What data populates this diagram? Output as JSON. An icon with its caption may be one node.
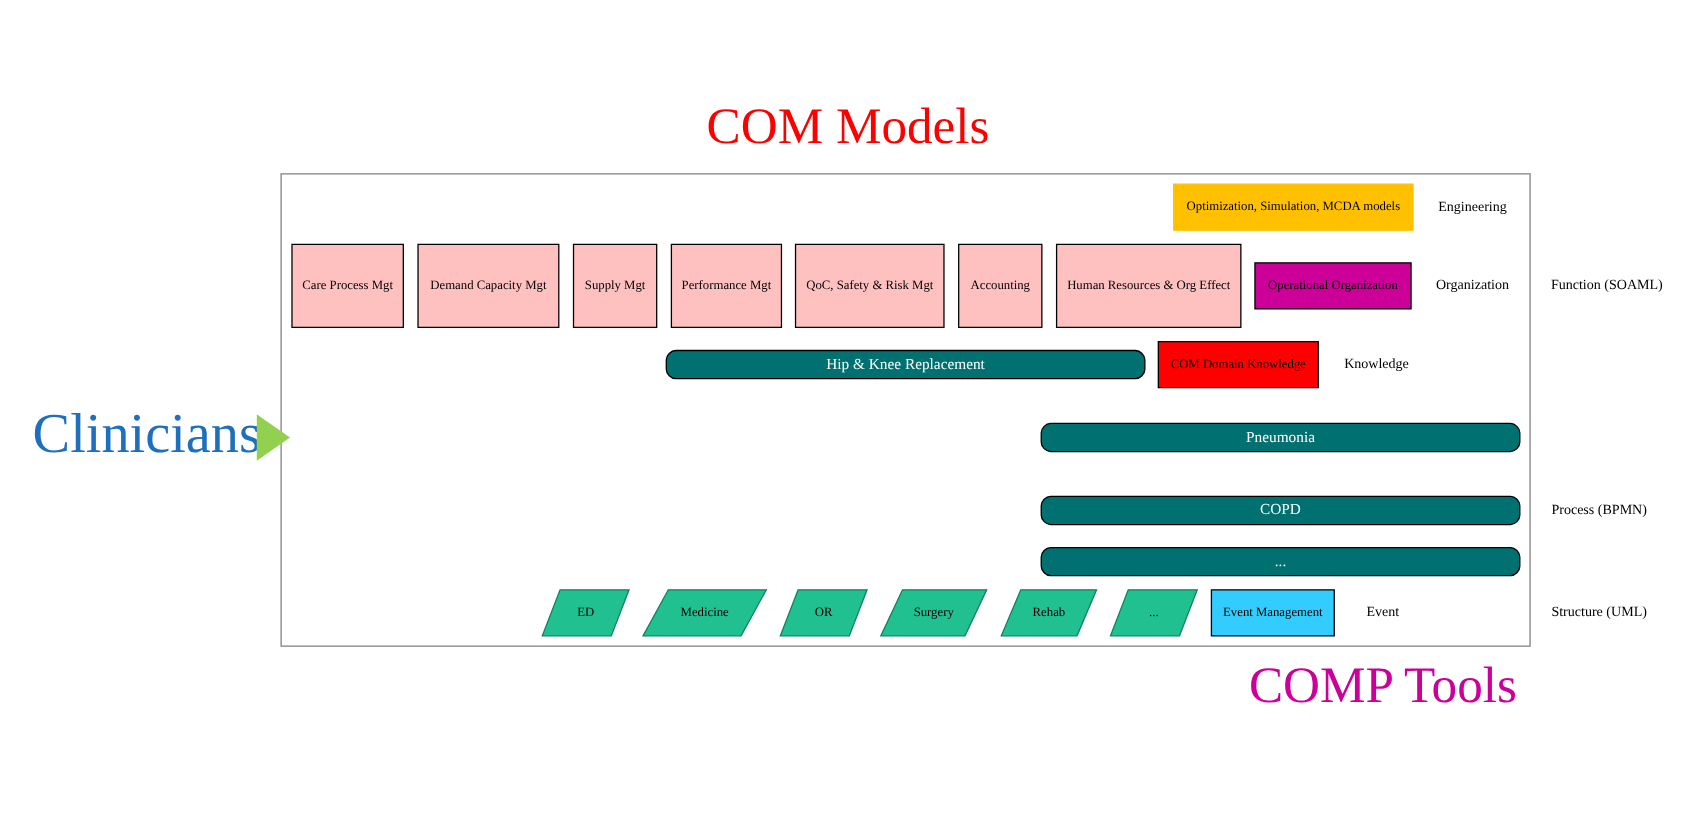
{
  "diagram": {
    "title": "COM Models",
    "caption": "COMP Tools",
    "nodes": [
      {
        "text": [
          "Clinicians"
        ]
      },
      {
        "text": [],
        "shape": "box"
      },
      {
        "text": [
          "Optimization, Simulation, MCDA models"
        ],
        "in": 1,
        "beside": [
          "Engineering"
        ]
      },
      {
        "text": [
          "Care Process Mgt"
        ],
        "in": 1
      },
      {
        "text": [
          "Demand Capacity Mgt"
        ],
        "in": 1
      },
      {
        "text": [
          "Supply Mgt"
        ],
        "in": 1
      },
      {
        "text": [
          "Performance Mgt"
        ],
        "in": 1
      },
      {
        "text": [
          "QoC, Safety & Risk Mgt"
        ],
        "in": 1
      },
      {
        "text": [
          "Accounting"
        ],
        "in": 1
      },
      {
        "text": [
          "Human Resources & Org Effect"
        ],
        "in": 1
      },
      {
        "text": [
          "Operational Organization"
        ],
        "in": 1,
        "beside": [
          "Organization"
        ]
      },
      {
        "text": [
          "Hip & Knee Replacement"
        ],
        "in": 1
      },
      {
        "text": [
          "Pneumonia"
        ],
        "in": 1
      },
      {
        "text": [
          "COPD"
        ],
        "in": 1
      },
      {
        "text": [
          "..."
        ],
        "in": 1
      },
      {
        "text": [
          "COM Domain Knowledge"
        ],
        "in": 1,
        "beside": [
          "Knowledge"
        ]
      },
      {
        "text": [
          "ED"
        ],
        "in": 1
      },
      {
        "text": [
          "Medicine"
        ],
        "in": 1
      },
      {
        "text": [
          "OR"
        ],
        "in": 1
      },
      {
        "text": [
          "Surgery"
        ],
        "in": 1
      },
      {
        "text": [
          "Rehab"
        ],
        "in": 1
      },
      {
        "text": [
          "..."
        ],
        "in": 1
      },
      {
        "text": [
          "Event Management"
        ],
        "in": 1,
        "beside": [
          "Event"
        ]
      }
    ],
    "edges": [
      {
        "from": 0,
        "to": 1,
        "arrow": "to",
        "style": "thick",
        "color": "#92d050"
      }
    ],
    "labels": [
      "Function (SOAML)",
      "Process (BPMN)",
      "Structure (UML)"
    ]
  }
}
